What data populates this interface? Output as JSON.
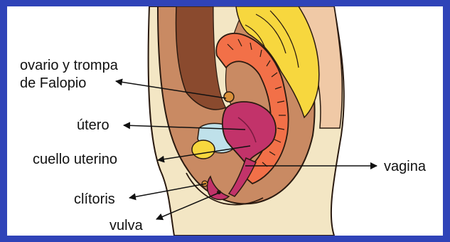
{
  "labels": {
    "ovary_line1": "ovario y trompa",
    "ovary_line2": "de Falopio",
    "uterus": "útero",
    "cervix": "cuello uterino",
    "vagina": "vagina",
    "clitoris": "clítoris",
    "vulva": "vulva"
  },
  "colors": {
    "frame": "#2f43b8",
    "background": "#ffffff",
    "skin": "#f3e6c4",
    "outline": "#2a1a10",
    "cavity": "#c98a63",
    "muscle": "#8a4a2e",
    "bowel": "#f27048",
    "intestine": "#f7d73e",
    "uterus": "#c2336a",
    "bladder": "#bfe1ea"
  }
}
